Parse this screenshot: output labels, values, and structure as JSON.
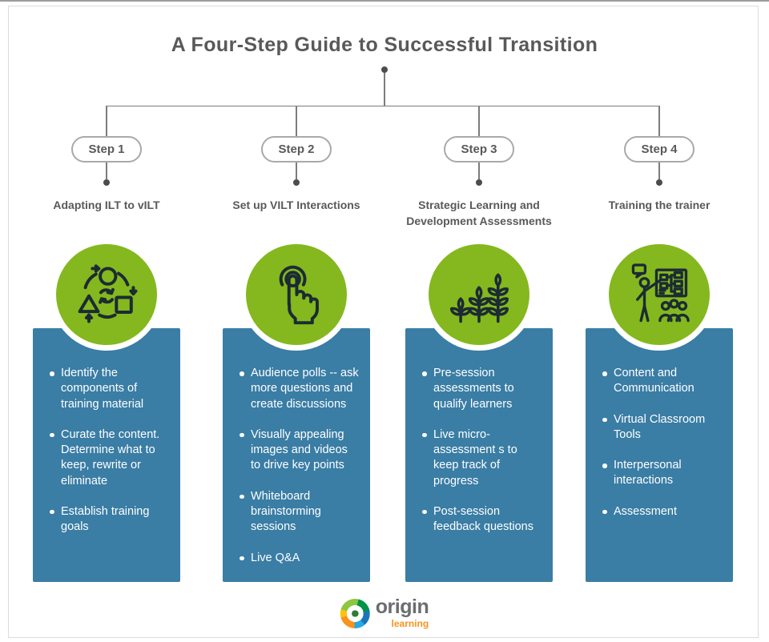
{
  "title": "A Four-Step Guide to Successful Transition",
  "colors": {
    "accent_green": "#84b81e",
    "card_blue": "#3a7da5",
    "heading_gray": "#595959",
    "icon_stroke": "#1c2b33",
    "logo_orange": "#f7941e"
  },
  "columns": [
    {
      "step_label": "Step 1",
      "subtitle": "Adapting ILT to vILT",
      "icon": "cycle-shapes-icon",
      "bullets": [
        "Identify the components of training material",
        "Curate the content. Determine what to keep, rewrite or eliminate",
        "Establish training goals"
      ]
    },
    {
      "step_label": "Step 2",
      "subtitle": "Set up VILT Interactions",
      "icon": "tap-touch-icon",
      "bullets": [
        "Audience polls -- ask more questions and create discussions",
        "Visually appealing images and videos to drive key points",
        "Whiteboard brainstorming sessions",
        "Live Q&A"
      ]
    },
    {
      "step_label": "Step 3",
      "subtitle": "Strategic Learning and Development Assessments",
      "icon": "growth-plants-icon",
      "bullets": [
        "Pre-session assessments to qualify learners",
        "Live micro-assessment s to keep track of progress",
        "Post-session feedback questions"
      ]
    },
    {
      "step_label": "Step 4",
      "subtitle": "Training the trainer",
      "icon": "trainer-presentation-icon",
      "bullets": [
        "Content and Communication",
        "Virtual Classroom Tools",
        "Interpersonal interactions",
        "Assessment"
      ]
    }
  ],
  "logo": {
    "brand": "origin",
    "brand_sub": "learning"
  }
}
